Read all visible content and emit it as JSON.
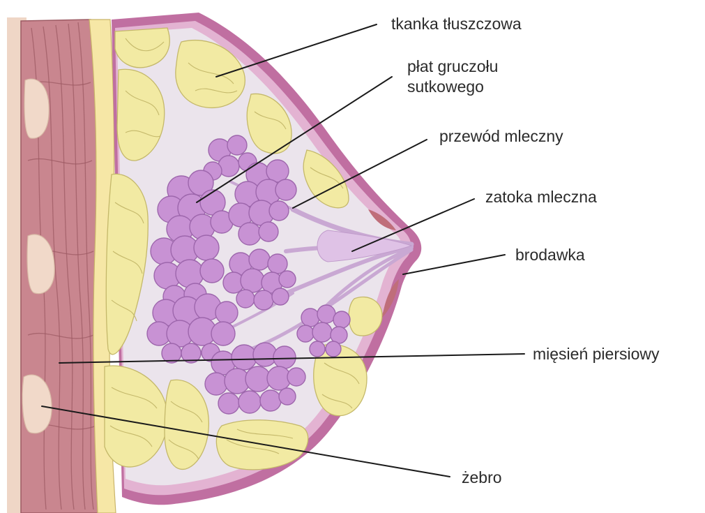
{
  "diagram": {
    "labels": {
      "fat_tissue": "tkanka tłuszczowa",
      "gland_lobe_line1": "płat gruczołu",
      "gland_lobe_line2": "sutkowego",
      "milk_duct": "przewód mleczny",
      "milk_sinus": "zatoka mleczna",
      "nipple": "brodawka",
      "pectoral_muscle": "mięsień piersiowy",
      "rib": "żebro"
    },
    "colors": {
      "muscle": "#c9868f",
      "skin": "#c06fa1",
      "fat": "#f2eaa3",
      "lobule": "#c892d4",
      "tissue": "#ebe4ec",
      "rib": "#f1d9c9"
    }
  }
}
